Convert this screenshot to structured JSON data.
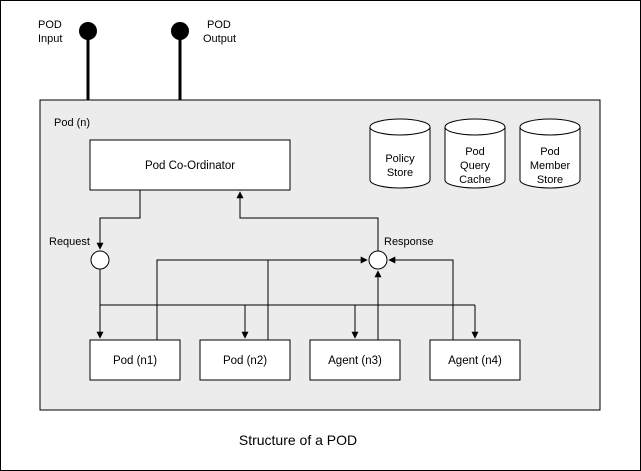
{
  "ports": {
    "input": [
      "POD",
      "Input"
    ],
    "output": [
      "POD",
      "Output"
    ]
  },
  "pod": {
    "label": "Pod (n)"
  },
  "coordinator": {
    "label": "Pod Co-Ordinator"
  },
  "stores": [
    {
      "lines": [
        "Policy",
        "Store"
      ]
    },
    {
      "lines": [
        "Pod",
        "Query",
        "Cache"
      ]
    },
    {
      "lines": [
        "Pod",
        "Member",
        "Store"
      ]
    }
  ],
  "junctions": {
    "request": "Request",
    "response": "Response"
  },
  "members": [
    {
      "label": "Pod (n1)"
    },
    {
      "label": "Pod (n2)"
    },
    {
      "label": "Agent (n3)"
    },
    {
      "label": "Agent (n4)"
    }
  ],
  "caption": "Structure of a POD",
  "colors": {
    "pod_fill": "#ececec",
    "border": "#000000",
    "box_fill": "#ffffff"
  }
}
